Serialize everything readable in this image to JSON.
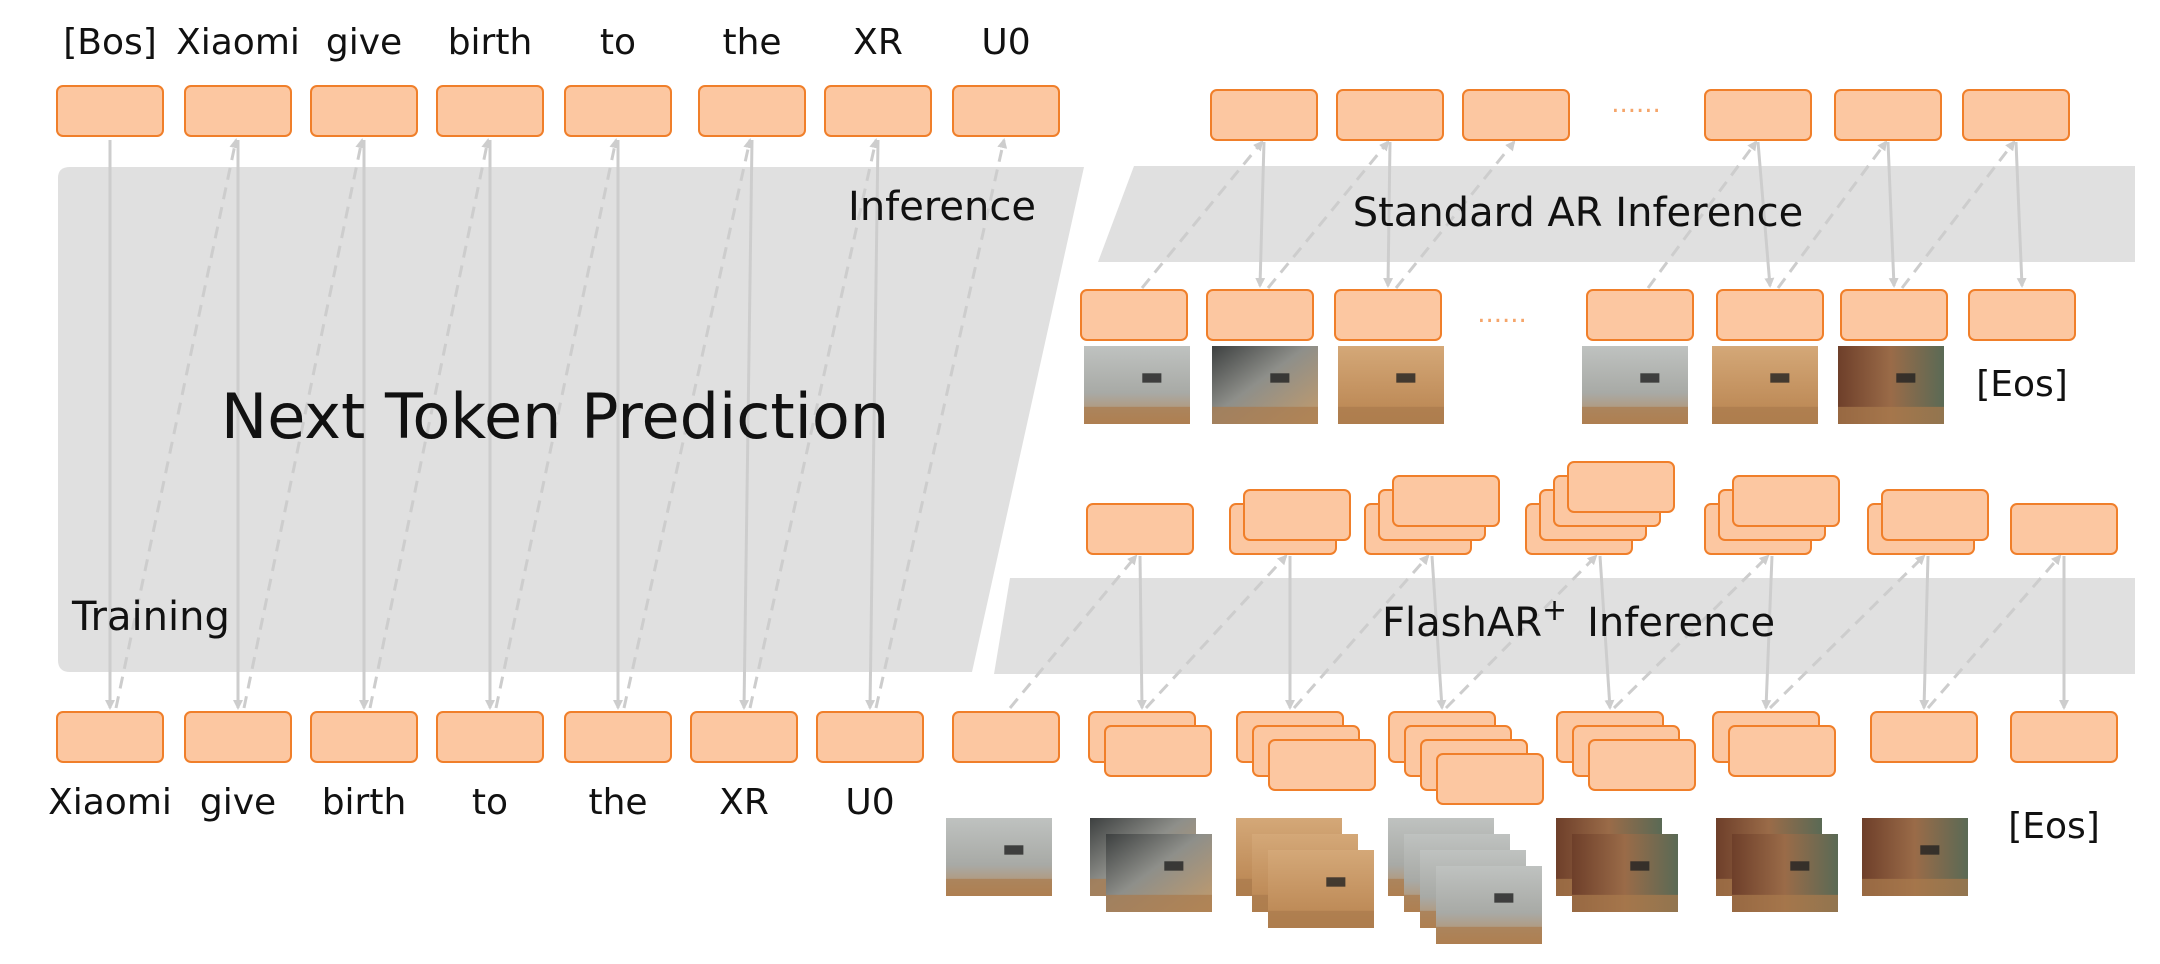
{
  "colors": {
    "token_fill": "#fcc7a1",
    "token_stroke": "#f07f2a",
    "panel": "#e0e0e0",
    "arrow": "#cdcdcd",
    "text": "#111111"
  },
  "top_tokens": [
    "[Bos]",
    "Xiaomi",
    "give",
    "birth",
    "to",
    "the",
    "XR",
    "U0"
  ],
  "bottom_tokens": [
    "Xiaomi",
    "give",
    "birth",
    "to",
    "the",
    "XR",
    "U0"
  ],
  "labels": {
    "main_title": "Next Token Prediction",
    "inference": "Inference",
    "training": "Training",
    "standard_ar": "Standard AR Inference",
    "flashar_name": "FlashAR",
    "flashar_sup": "+",
    "flashar_rest": "Inference",
    "eos_standard": "[Eos]",
    "eos_flash": "[Eos]",
    "ellipsis": "......"
  }
}
